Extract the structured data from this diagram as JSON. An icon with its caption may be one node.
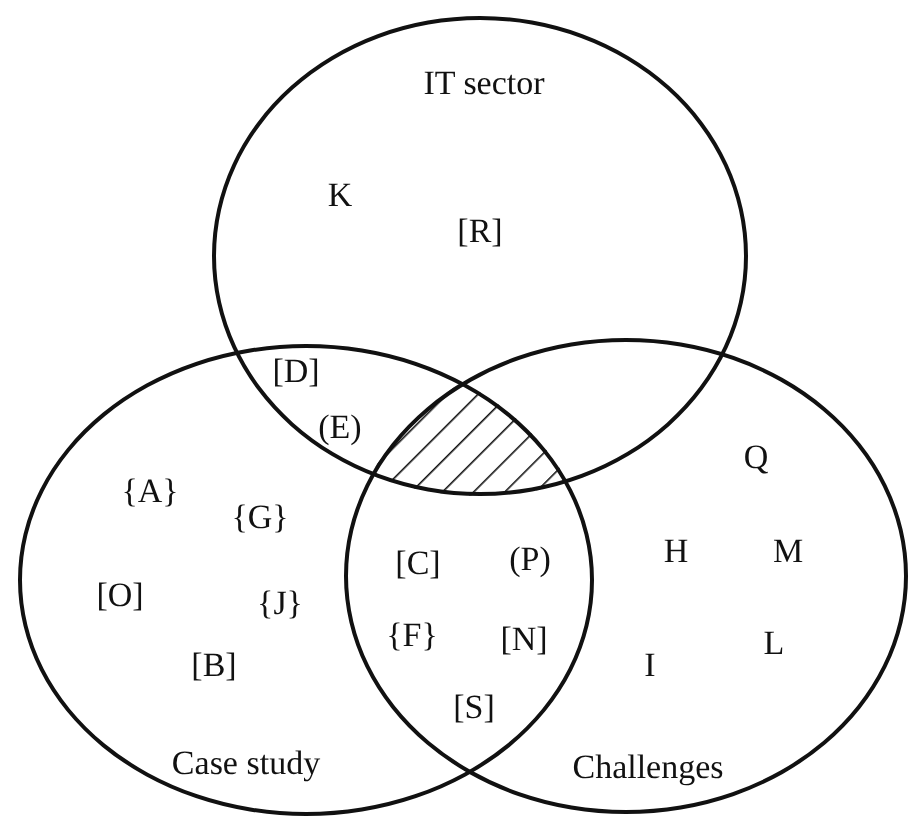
{
  "diagram": {
    "nodes": [
      {
        "text": [
          "IT sector"
        ]
      },
      {
        "text": [
          "Case study"
        ]
      },
      {
        "text": [
          "Challenges"
        ]
      },
      {
        "text": [],
        "shape": "hatched-region"
      }
    ],
    "labels": [
      "K",
      "[R]",
      "[D]",
      "(E)",
      "{A}",
      "{G}",
      "[O]",
      "{J}",
      "[B]",
      "[C]",
      "(P)",
      "{F}",
      "[N]",
      "[S]",
      "Q",
      "H",
      "M",
      "I",
      "L"
    ]
  }
}
